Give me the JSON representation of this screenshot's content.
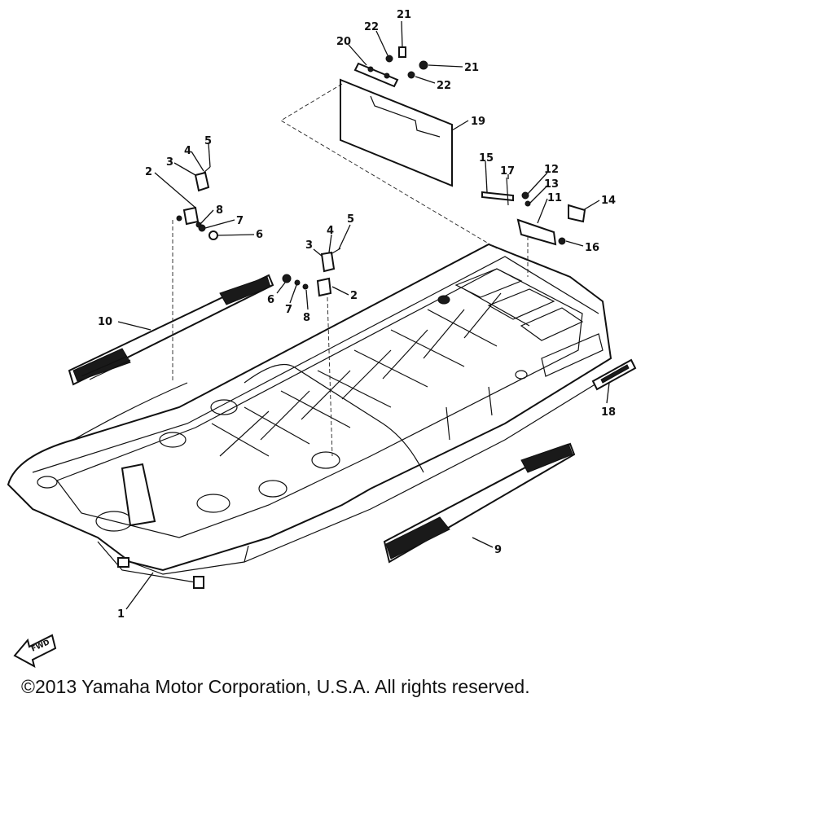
{
  "diagram": {
    "callouts": [
      "1",
      "2",
      "3",
      "4",
      "5",
      "6",
      "7",
      "8",
      "9",
      "10",
      "11",
      "12",
      "13",
      "14",
      "15",
      "16",
      "17",
      "18",
      "19",
      "20",
      "21",
      "22"
    ],
    "front_arrow_label": "FWD",
    "copyright": "©2013 Yamaha Motor Corporation, U.S.A. All rights reserved.",
    "colors": {
      "ink": "#111111",
      "paper": "#ffffff"
    }
  }
}
